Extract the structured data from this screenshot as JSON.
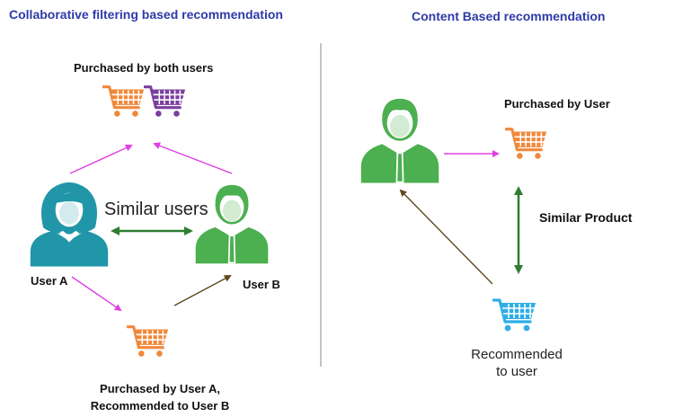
{
  "left": {
    "title": "Collaborative filtering based recommendation",
    "purchased_both": "Purchased by both users",
    "similar_users": "Similar users",
    "user_a": "User A",
    "user_b": "User B",
    "recommended_line1": "Purchased by User A,",
    "recommended_line2": "Recommended to User B"
  },
  "right": {
    "title": "Content Based recommendation",
    "purchased_by_user": "Purchased by User",
    "similar_product": "Similar Product",
    "recommended_line1": "Recommended",
    "recommended_line2": "to user"
  },
  "colors": {
    "title": "#2e3aa8",
    "teal_user": "#2196a8",
    "green_user": "#4caf50",
    "orange_cart": "#f0883a",
    "purple_cart": "#7b3fa0",
    "blue_cart": "#2eaee6",
    "magenta_arrow": "#e040e0",
    "green_arrow": "#2e7d32",
    "brown_arrow": "#5d4a1e"
  },
  "icons": [
    "female-user-icon",
    "male-user-icon",
    "cart-icon"
  ]
}
